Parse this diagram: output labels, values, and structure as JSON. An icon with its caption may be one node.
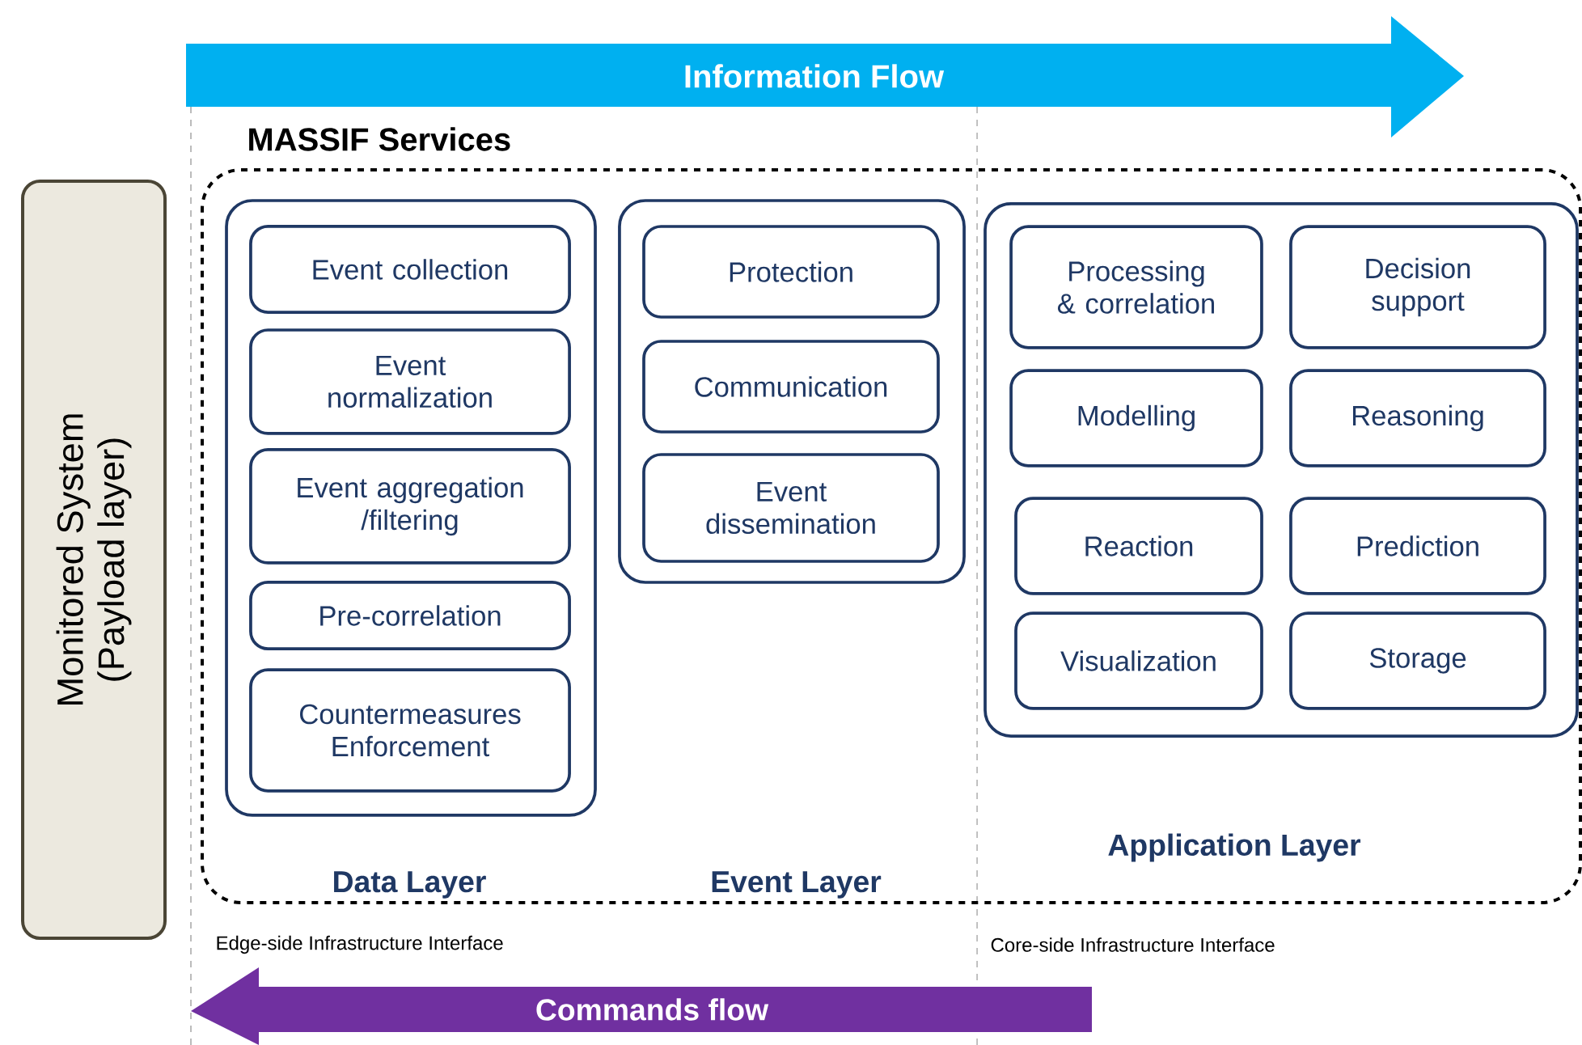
{
  "diagram": {
    "nodes": [
      {
        "text": [
          "Monitored System",
          "(Payload layer)"
        ]
      },
      {
        "text": [
          "MASSIF Services"
        ]
      },
      {
        "text": [
          "Data Layer"
        ],
        "in": 1
      },
      {
        "text": [
          "Event collection"
        ],
        "in": 2
      },
      {
        "text": [
          "Event normalization"
        ],
        "in": 2
      },
      {
        "text": [
          "Event aggregation /filtering"
        ],
        "in": 2
      },
      {
        "text": [
          "Pre-correlation"
        ],
        "in": 2
      },
      {
        "text": [
          "Countermeasures Enforcement"
        ],
        "in": 2
      },
      {
        "text": [],
        "shape": "box",
        "in": 1
      },
      {
        "text": [
          "Protection"
        ],
        "in": 8
      },
      {
        "text": [
          "Communication"
        ],
        "in": 8
      },
      {
        "text": [
          "Event dissemination"
        ],
        "in": 8
      },
      {
        "text": [
          "Application Layer"
        ],
        "in": 1
      },
      {
        "text": [
          "Processing & correlation"
        ],
        "in": 12
      },
      {
        "text": [
          "Decision support"
        ],
        "in": 12
      },
      {
        "text": [
          "Modelling"
        ],
        "in": 12
      },
      {
        "text": [
          "Reasoning"
        ],
        "in": 12
      },
      {
        "text": [
          "Reaction"
        ],
        "in": 12
      },
      {
        "text": [
          "Prediction"
        ],
        "in": 12
      },
      {
        "text": [
          "Visualization"
        ],
        "in": 12
      },
      {
        "text": [
          "Storage"
        ],
        "in": 12
      }
    ],
    "labels": [
      "Information Flow",
      "Edge-side Infrastructure Interface",
      "Core-side Infrastructure Interface",
      "Commands flow",
      "Event Layer"
    ]
  }
}
